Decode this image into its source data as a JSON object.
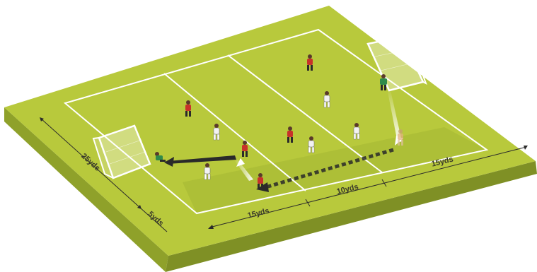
{
  "colors": {
    "pitch_top": "#b8c93c",
    "pitch_side": "#8fa12a",
    "pitch_shade": "#a8ba34",
    "lines": "#ffffff",
    "red_team": "#c8322a",
    "white_team": "#f2f2f2",
    "keeper": "#2f8a4a"
  },
  "dimensions": {
    "width_label": "25yds",
    "zone_end_label": "5yds",
    "zone_left_label": "15yds",
    "zone_middle_label": "10yds",
    "zone_right_label": "15yds"
  },
  "icons": {
    "goal": "goal-frame-icon",
    "player": "player-figure-icon",
    "pass": "pass-arrow-icon",
    "run": "run-arrow-icon"
  }
}
